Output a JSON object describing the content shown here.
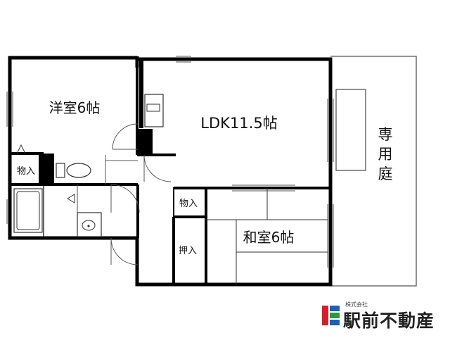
{
  "rooms": {
    "western": "洋室6帖",
    "ldk": "LDK11.5帖",
    "japanese": "和室6帖",
    "garden": [
      "専",
      "用",
      "庭"
    ]
  },
  "storage": {
    "toilet_side": "物入",
    "hall": "物入",
    "closet": "押入"
  },
  "logo": {
    "company_type": "株式会社",
    "name": "駅前不動産",
    "colors": {
      "red": "#d3202a",
      "blue": "#1f5fb5",
      "green": "#2e9b3a"
    }
  }
}
